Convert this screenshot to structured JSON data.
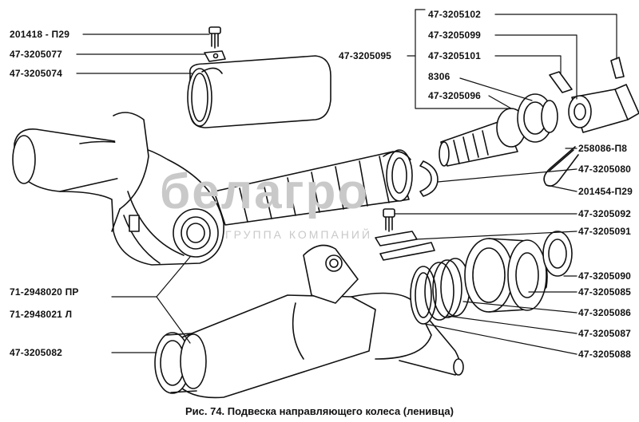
{
  "caption": "Рис. 74. Подвеска направляющего колеса (ленивца)",
  "watermark": {
    "brand": "белагро",
    "subtitle": "ГРУППА КОМПАНИЙ"
  },
  "labels": {
    "l201418": "201418 - П29",
    "l3205077": "47-3205077",
    "l3205074": "47-3205074",
    "l3205095": "47-3205095",
    "l3205102": "47-3205102",
    "l3205099": "47-3205099",
    "l3205101": "47-3205101",
    "l8306": "8306",
    "l3205096": "47-3205096",
    "l258086": "258086-П8",
    "l3205080": "47-3205080",
    "l201454": "201454-П29",
    "l3205092": "47-3205092",
    "l3205091": "47-3205091",
    "l2948020": "71-2948020 ПР",
    "l2948021": "71-2948021 Л",
    "l3205090": "47-3205090",
    "l3205085": "47-3205085",
    "l3205086": "47-3205086",
    "l3205087": "47-3205087",
    "l3205082": "47-3205082",
    "l3205088": "47-3205088"
  }
}
